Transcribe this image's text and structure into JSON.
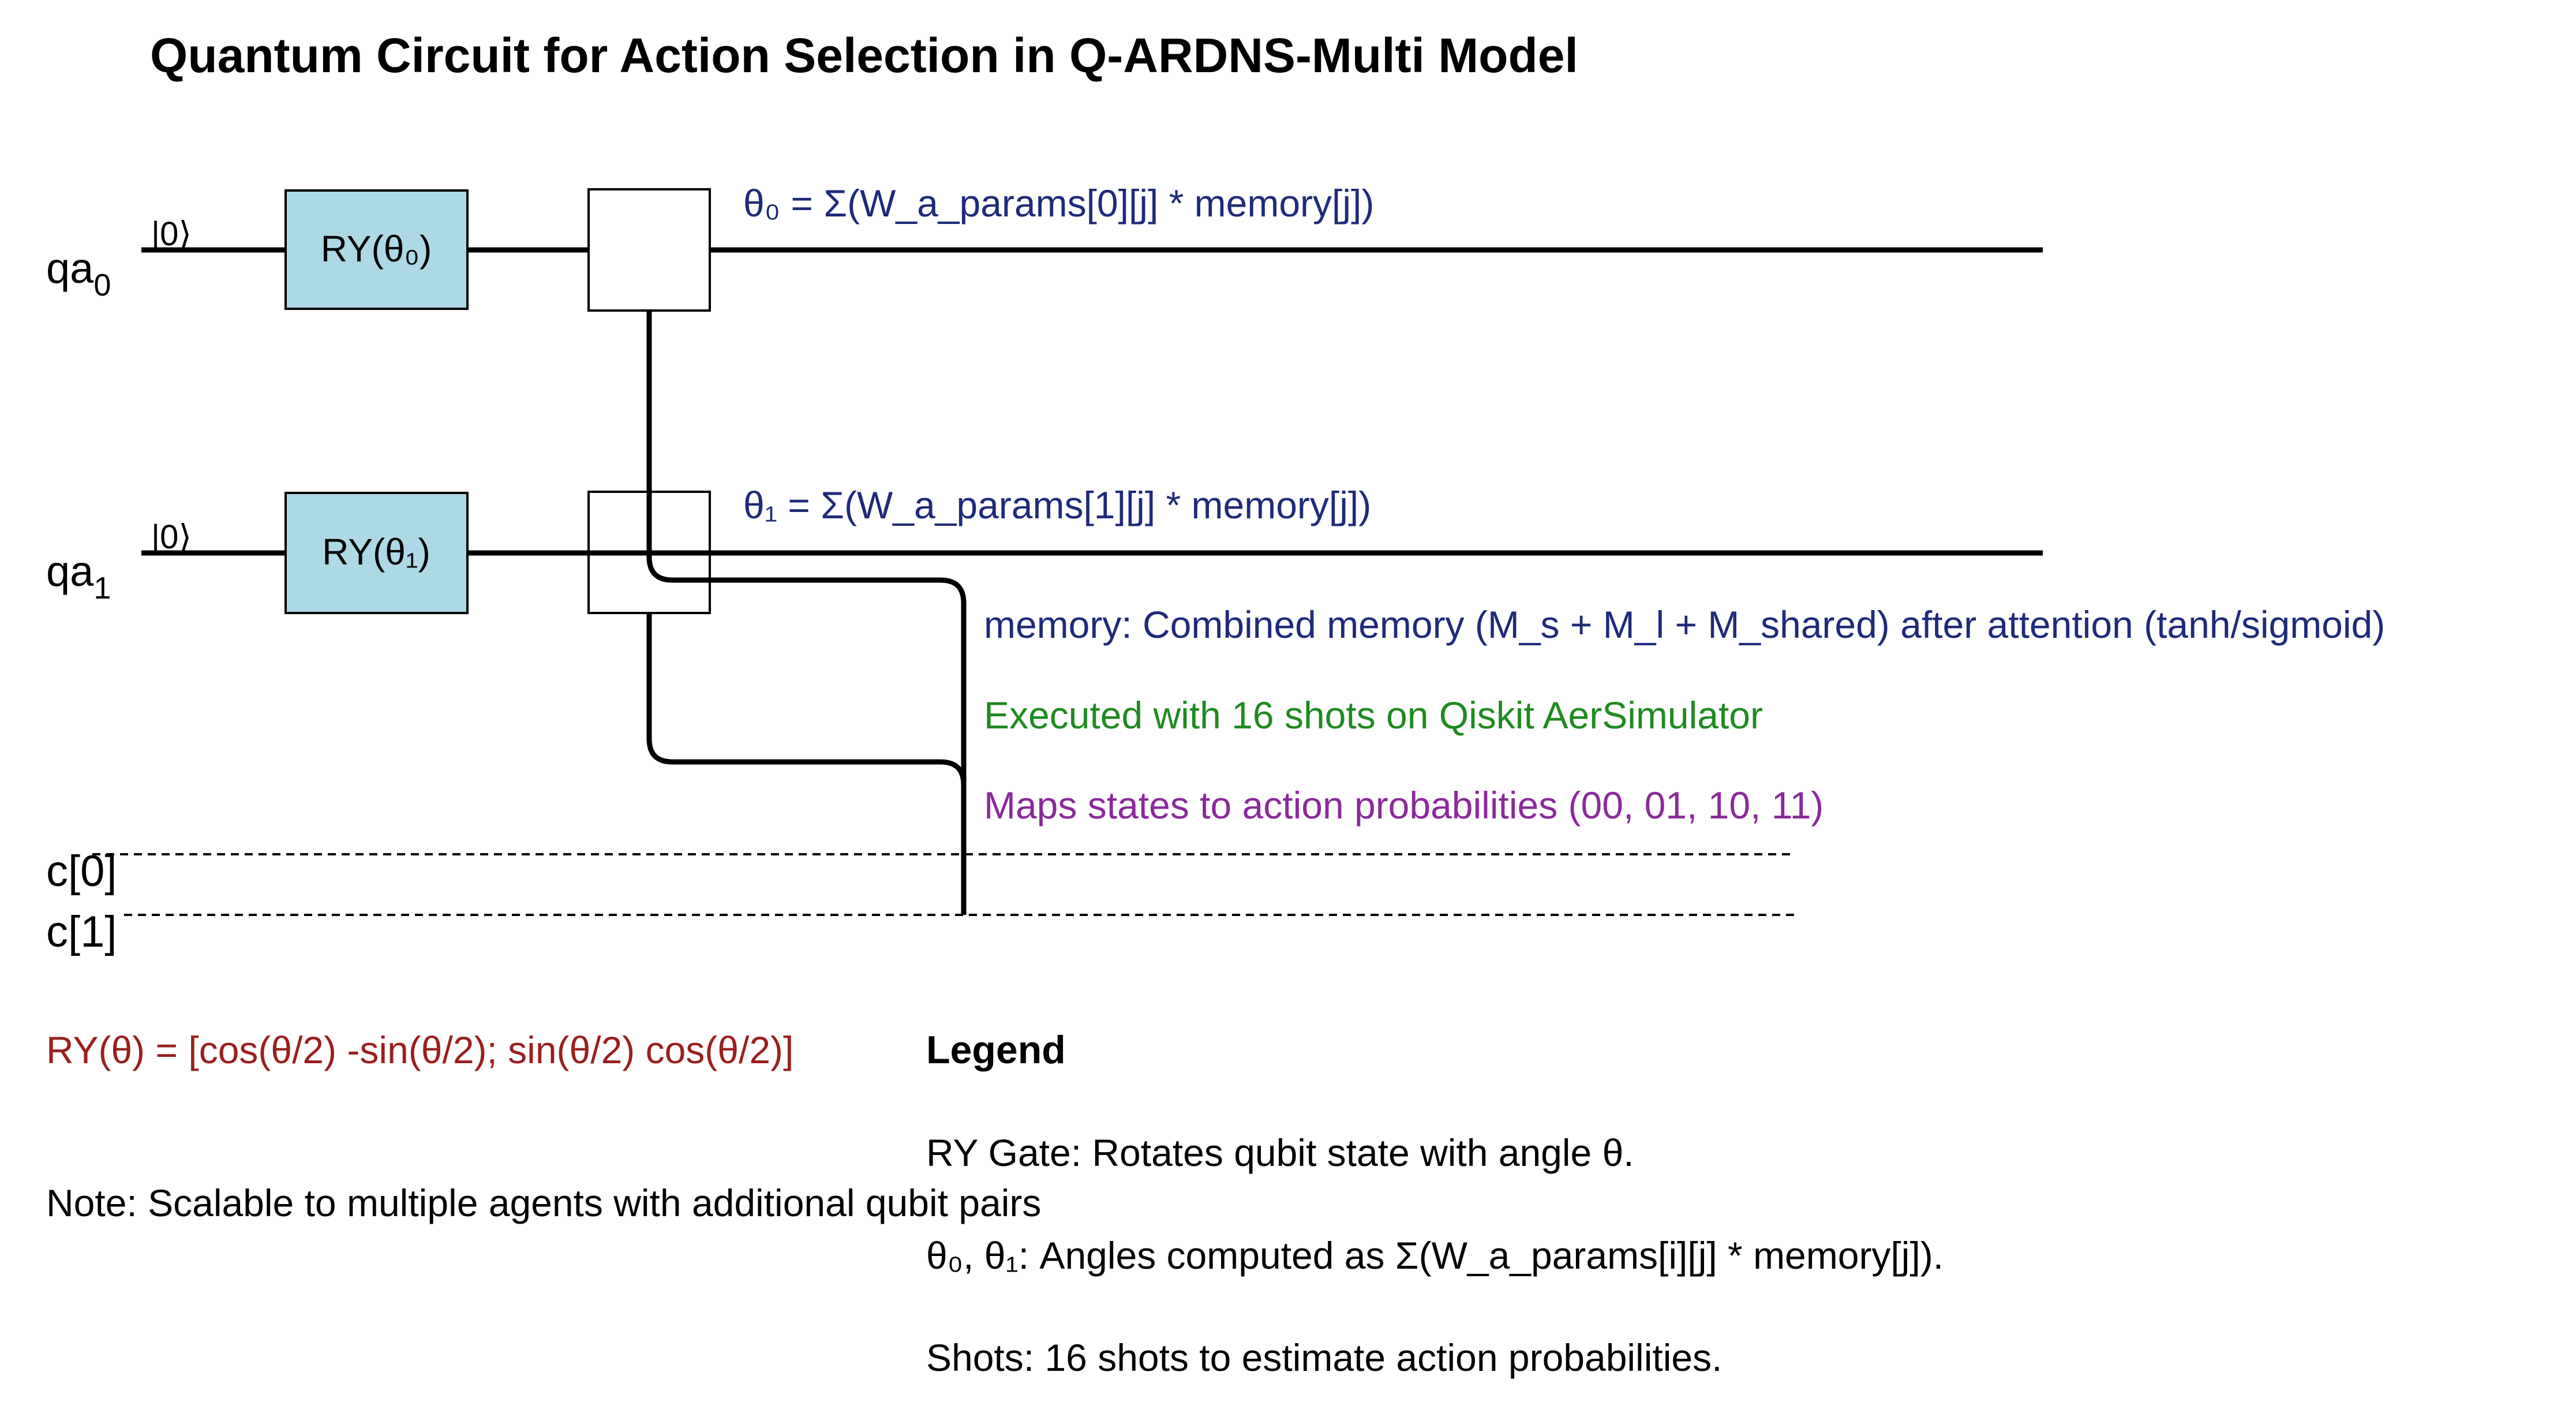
{
  "title": "Quantum Circuit for Action Selection in Q-ARDNS-Multi Model",
  "qubits": [
    {
      "label_base": "qa",
      "label_sub": "0",
      "init": "|0⟩",
      "gate": "RY(θ₀)",
      "formula": "θ₀ = Σ(W_a_params[0][j] * memory[j])"
    },
    {
      "label_base": "qa",
      "label_sub": "1",
      "init": "|0⟩",
      "gate": "RY(θ₁)",
      "formula": "θ₁ = Σ(W_a_params[1][j] * memory[j])"
    }
  ],
  "classical": [
    "c[0]",
    "c[1]"
  ],
  "annotations": {
    "memory": "memory: Combined memory (M_s + M_l + M_shared) after attention (tanh/sigmoid)",
    "shots_note": "Executed with 16 shots on Qiskit AerSimulator",
    "maps": "Maps states to action probabilities (00, 01, 10, 11)"
  },
  "ry_matrix": "RY(θ) = [cos(θ/2) -sin(θ/2); sin(θ/2) cos(θ/2)]",
  "note": "Note: Scalable to multiple agents with additional qubit pairs",
  "legend": {
    "title": "Legend",
    "items": [
      "RY Gate: Rotates qubit state with angle θ.",
      "θ₀, θ₁: Angles computed as Σ(W_a_params[i][j] * memory[j]).",
      "Shots: 16 shots to estimate action probabilities."
    ]
  },
  "colors": {
    "gate_fill": "#add8e6",
    "formula": "#1f2a7a",
    "memory": "#1f2a7a",
    "shots_note": "#1f8a1f",
    "maps": "#8a2a9a",
    "ry_matrix": "#9a1f1f",
    "text": "#000000"
  }
}
